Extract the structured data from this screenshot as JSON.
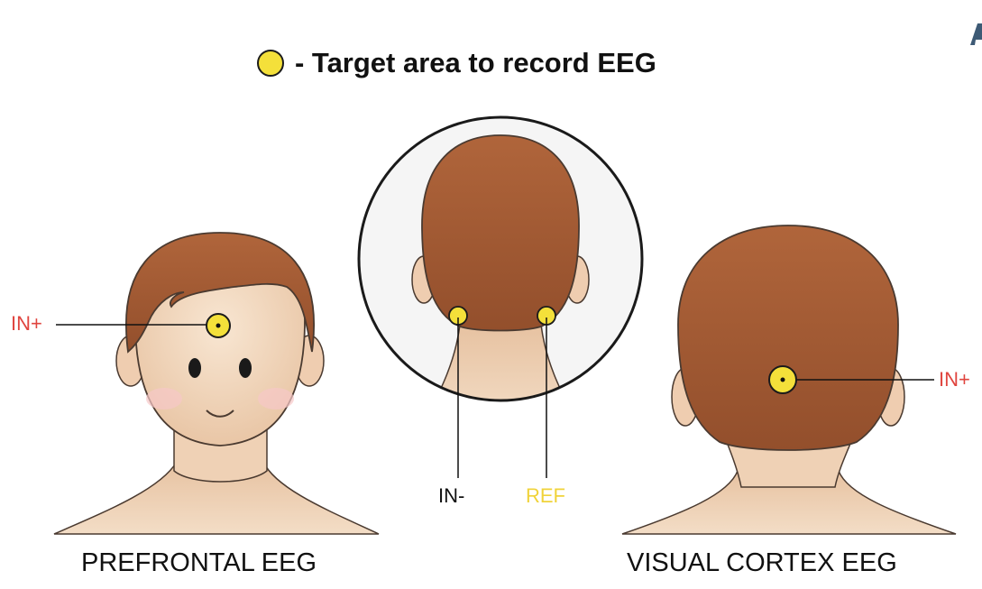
{
  "legend": {
    "marker_icon": "yellow-dot-icon",
    "text": "- Target area to record EEG"
  },
  "captions": {
    "left": "PREFRONTAL EEG",
    "right": "VISUAL CORTEX EEG"
  },
  "labels": {
    "prefrontal_in_plus": "IN+",
    "visual_in_plus": "IN+",
    "reference_in_minus": "IN-",
    "reference_ref": "REF"
  },
  "colors": {
    "electrode": "#f4e03a",
    "in_plus_label": "#e0453f",
    "ref_label": "#f0d33a",
    "hair": "#a45a34",
    "skin": "#f3dcc4"
  }
}
